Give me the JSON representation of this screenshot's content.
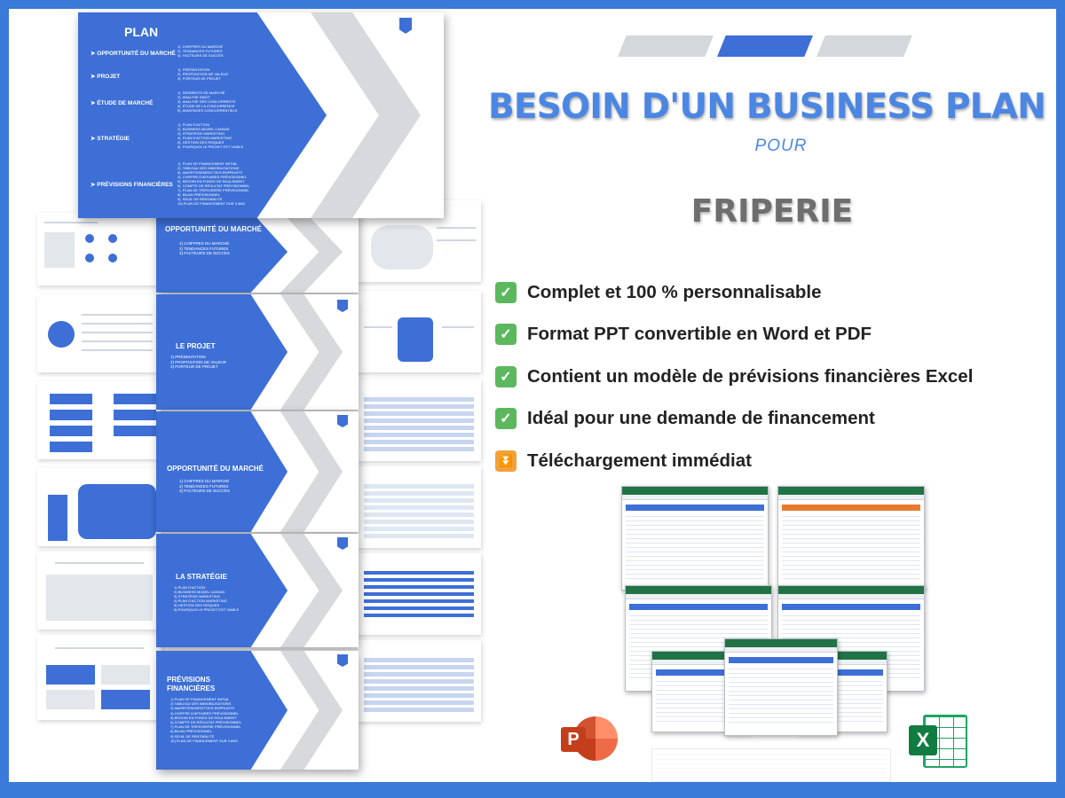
{
  "headline": "BESOIN D'UN BUSINESS PLAN ?",
  "pour": "POUR",
  "product": "FRIPERIE",
  "features": [
    {
      "icon": "check-icon",
      "text": "Complet et 100 % personnalisable"
    },
    {
      "icon": "check-icon",
      "text": "Format PPT convertible en Word et PDF"
    },
    {
      "icon": "check-icon",
      "text": "Contient un modèle de prévisions financières Excel"
    },
    {
      "icon": "check-icon",
      "text": "Idéal pour une demande de financement"
    },
    {
      "icon": "download-icon",
      "text": "Téléchargement immédiat"
    }
  ],
  "slides": {
    "plan": {
      "title": "PLAN",
      "sections": [
        {
          "label": "OPPORTUNITÉ DU MARCHÉ",
          "items": "1)  CHIFFRES DU MARCHÉ\n2)  TENDANCES FUTURES\n3)  FACTEURS DE SUCCÈS"
        },
        {
          "label": "PROJET",
          "items": "1)  PRÉSENTATION\n2)  PROPOSITION DE VALEUR\n3)  PORTEUR DE PROJET"
        },
        {
          "label": "ÉTUDE DE MARCHÉ",
          "items": "1)  SEGMENTS DE MARCHÉ\n2)  ANALYSE SWOT\n3)  ANALYSE DES CONCURRENTS\n4)  ÉTUDE DE LA CONCURRENCE\n5)  AVANTAGES CONCURRENTIELS"
        },
        {
          "label": "STRATÉGIE",
          "items": "1)  PLAN D'ACTION\n2)  BUSINESS MODEL CANVAS\n3)  STRATÉGIE MARKETING\n4)  PLAN D'ACTION MARKETING\n5)  GESTION DES RISQUES\n6)  POURQUOI LE PROJET EST VIABLE"
        },
        {
          "label": "PRÉVISIONS FINANCIÈRES",
          "items": "1)  PLAN DE FINANCEMENT INITIAL\n2)  TABLEAU DES IMMOBILISATIONS\n3)  AMORTISSEMENT DES EMPRUNTS\n4)  CHIFFRE D'AFFAIRES PRÉVISIONNEL\n5)  BESOIN EN FONDS DE ROULEMENT\n6)  COMPTE DE RÉSULTAT PRÉVISIONNEL\n7)  PLAN DE TRÉSORERIE PRÉVISIONNEL\n8)  BILAN PRÉVISIONNEL\n9)  SEUIL DE RENTABILITÉ\n10) PLAN DE FINANCEMENT SUR 3 ANS"
        }
      ]
    },
    "front": [
      {
        "title": "OPPORTUNITÉ DU MARCHÉ",
        "items": "1) CHIFFRES DU MARCHÉ\n2) TENDANCES FUTURES\n3) FACTEURS DE SUCCÈS"
      },
      {
        "title": "LE PROJET",
        "items": "1) PRÉSENTATION\n2) PROPOSITION DE VALEUR\n3) PORTEUR DE PROJET"
      },
      {
        "title": "OPPORTUNITÉ DU MARCHÉ",
        "items": "1) CHIFFRES DU MARCHÉ\n2) TENDANCES FUTURES\n3) FACTEURS DE SUCCÈS"
      },
      {
        "title": "LA STRATÉGIE",
        "items": "1) PLAN D'ACTION\n2) BUSINESS MODEL CANVAS\n3) STRATÉGIE MARKETING\n4) PLAN D'ACTION MARKETING\n5) GESTION DES RISQUES\n6) POURQUOI LE PROJET EST VIABLE"
      },
      {
        "title": "PRÉVISIONS FINANCIÈRES",
        "items": "1) PLAN DE FINANCEMENT INITIAL\n2) TABLEAU DES IMMOBILISATIONS\n3) AMORTISSEMENT DES EMPRUNTS\n4) CHIFFRE D'AFFAIRES PRÉVISIONNEL\n5) BESOIN EN FONDS DE ROULEMENT\n6) COMPTE DE RÉSULTAT PRÉVISIONNEL\n7) PLAN DE TRÉSORERIE PRÉVISIONNEL\n8) BILAN PRÉVISIONNEL\n9) SEUIL DE RENTABILITÉ\n10) PLAN DE FINANCEMENT SUR 3 ANS"
      }
    ],
    "back_titles": [
      "UN PROJET SOLIDE ET RENTABLE",
      "BILAN PRÉVISIONNEL",
      "CHIFFRE D'AFFAIRES PRÉVISIONNEL",
      "AMORTISSEMENT DES EMPRUNTS",
      "SEUIL DE RENTABILITÉ",
      "NOS AVANTAGES CONCURRENTIELS",
      "ANALYSE DE LA MATRICE SWOT"
    ]
  },
  "app_icons": {
    "powerpoint": "P",
    "excel": "X"
  },
  "colors": {
    "accent": "#3d6fd6",
    "headline": "#4b86e3",
    "border": "#3a7ad8",
    "check": "#5cb85c",
    "download": "#f0a23a"
  }
}
